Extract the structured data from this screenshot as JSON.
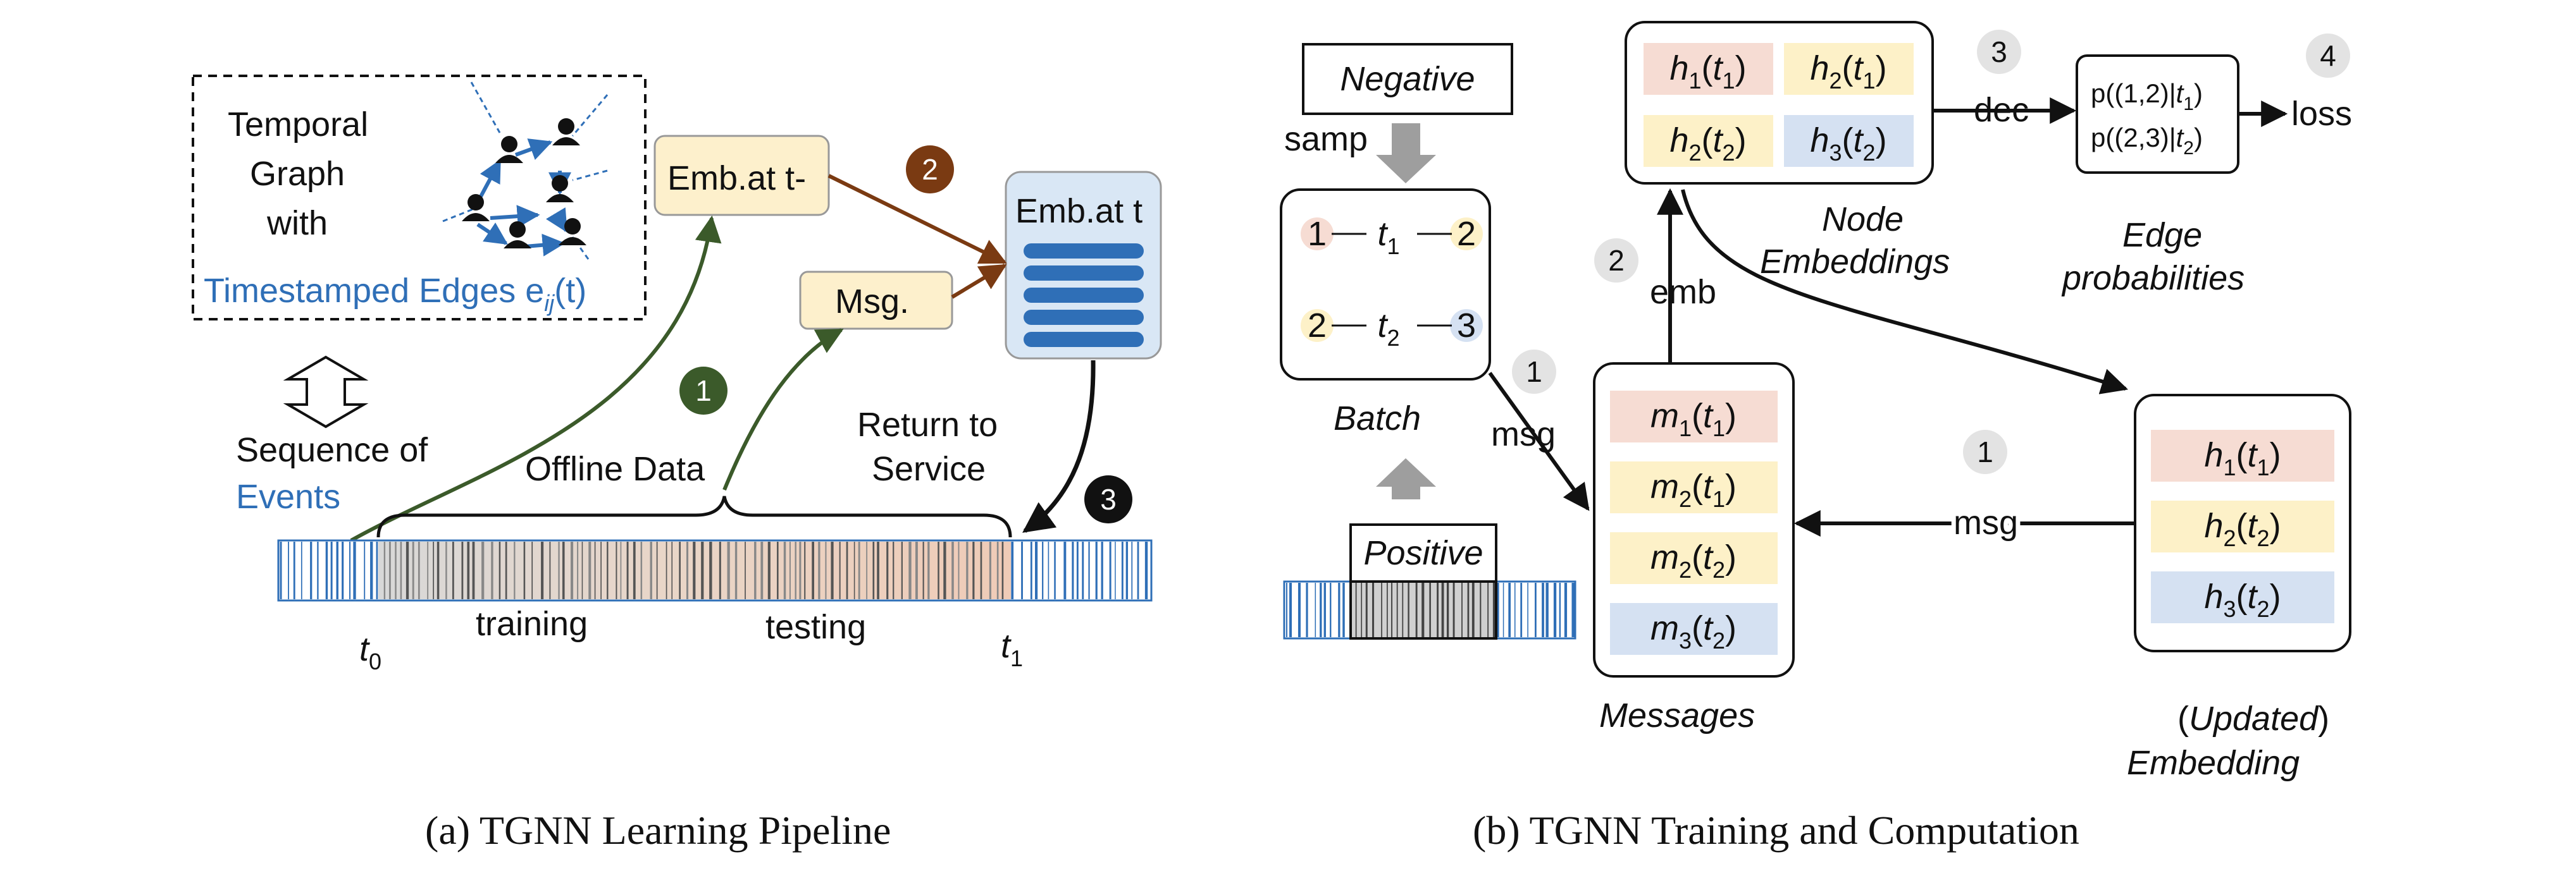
{
  "panel_a": {
    "graph_box": {
      "line1": "Temporal",
      "line2": "Graph",
      "line3": "with",
      "line4": "Timestamped Edges e",
      "line4_sub": "ij",
      "line4_end": "(t)"
    },
    "emb_prev": "Emb.at t-",
    "emb_now": "Emb.at t",
    "msg": "Msg.",
    "seq_line1": "Sequence of",
    "seq_line2": "Events",
    "offline": "Offline Data",
    "return_line1": "Return to",
    "return_line2": "Service",
    "training": "training",
    "testing": "testing",
    "t0": "t",
    "t0_sub": "0",
    "t1": "t",
    "t1_sub": "1",
    "step1": "1",
    "step2": "2",
    "step3": "3",
    "caption": "(a)  TGNN Learning Pipeline"
  },
  "panel_b": {
    "negative": "Negative",
    "samp": "samp",
    "batch": "Batch",
    "positive": "Positive",
    "msg_label1": "msg",
    "emb_label": "emb",
    "dec_label": "dec",
    "loss_label": "loss",
    "msg_label2": "msg",
    "messages": "Messages",
    "node_emb_line1": "Node",
    "node_emb_line2": "Embeddings",
    "edge_prob_line1": "Edge",
    "edge_prob_line2": "probabilities",
    "updated_line1_a": "(",
    "updated_line1_b": "Updated",
    "updated_line1_c": ")",
    "updated_line2": "Embedding",
    "batch_edges": [
      {
        "a": "1",
        "t": "t",
        "ts": "1",
        "b": "2"
      },
      {
        "a": "2",
        "t": "t",
        "ts": "2",
        "b": "3"
      }
    ],
    "messages_list": [
      {
        "f": "m",
        "fs": "1",
        "t": "t",
        "ts": "1"
      },
      {
        "f": "m",
        "fs": "2",
        "t": "t",
        "ts": "1"
      },
      {
        "f": "m",
        "fs": "2",
        "t": "t",
        "ts": "2"
      },
      {
        "f": "m",
        "fs": "3",
        "t": "t",
        "ts": "2"
      }
    ],
    "node_embeddings": [
      {
        "f": "h",
        "fs": "1",
        "t": "t",
        "ts": "1"
      },
      {
        "f": "h",
        "fs": "2",
        "t": "t",
        "ts": "1"
      },
      {
        "f": "h",
        "fs": "2",
        "t": "t",
        "ts": "2"
      },
      {
        "f": "h",
        "fs": "3",
        "t": "t",
        "ts": "2"
      }
    ],
    "probabilities": [
      {
        "pre": "p((1,2)|",
        "t": "t",
        "ts": "1",
        "post": ")"
      },
      {
        "pre": "p((2,3)|",
        "t": "t",
        "ts": "2",
        "post": ")"
      }
    ],
    "updated": [
      {
        "f": "h",
        "fs": "1",
        "t": "t",
        "ts": "1"
      },
      {
        "f": "h",
        "fs": "2",
        "t": "t",
        "ts": "2"
      },
      {
        "f": "h",
        "fs": "3",
        "t": "t",
        "ts": "2"
      }
    ],
    "step_b1": "1",
    "step_b2": "2",
    "step_b3": "3",
    "step_b4": "4",
    "step_b1b": "1",
    "caption": "(b)  TGNN Training and Computation"
  },
  "colors": {
    "pink": "#f6dcd3",
    "yellow": "#fdf1c8",
    "blue_light": "#d5e1f2",
    "emb_box": "#fdf0cc",
    "emb_now_box": "#d9e7f5",
    "bar_blue": "#2f6fb7",
    "green": "#3b5a2a",
    "brown": "#7a3a12",
    "gray_arrow": "#9e9e9e",
    "circle_gray": "#e3e3e3"
  }
}
